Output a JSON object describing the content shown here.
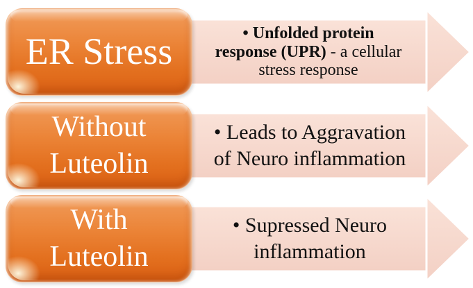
{
  "diagram": {
    "title": "",
    "background_color": "#FFFFFF",
    "colors": {
      "box_gradient_top": "#F19C5B",
      "box_gradient_bottom": "#DB6013",
      "box_text": "#FFFFFF",
      "arrow_fill_top": "#FAE2D8",
      "arrow_fill_bottom": "#F3D0C4",
      "arrow_outline": "#FFFFFF",
      "arrow_text": "#111111"
    },
    "rows": [
      {
        "box_line1": "ER Stress",
        "box_line2": "",
        "arrow_line1_bold": "• Unfolded protein",
        "arrow_line1_rest": "",
        "arrow_line2_bold": "response (UPR)",
        "arrow_line2_rest": " - a cellular",
        "arrow_line3_bold": "",
        "arrow_line3_rest": "stress response"
      },
      {
        "box_line1": "Without",
        "box_line2": "Luteolin",
        "arrow_line1_bold": "",
        "arrow_line1_rest": "• Leads to Aggravation",
        "arrow_line2_bold": "",
        "arrow_line2_rest": "of Neuro inflammation",
        "arrow_line3_bold": "",
        "arrow_line3_rest": ""
      },
      {
        "box_line1": "With",
        "box_line2": "Luteolin",
        "arrow_line1_bold": "",
        "arrow_line1_rest": "• Supressed Neuro",
        "arrow_line2_bold": "",
        "arrow_line2_rest": "inflammation",
        "arrow_line3_bold": "",
        "arrow_line3_rest": ""
      }
    ]
  }
}
